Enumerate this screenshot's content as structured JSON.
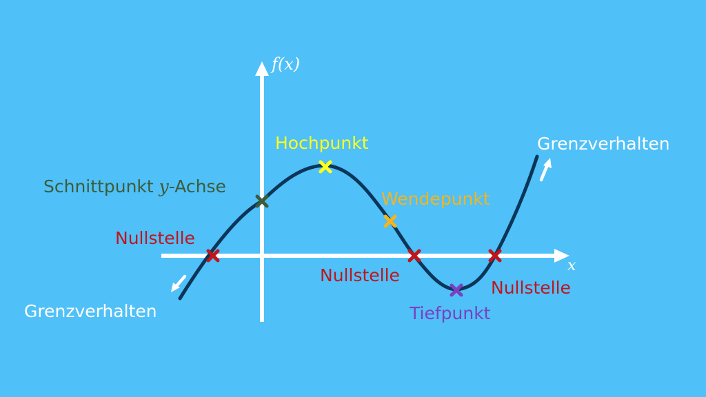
{
  "colors": {
    "background": "#4fc0f8",
    "axes": "#ffffff",
    "curve": "#0b3559",
    "nullstelle": "#c0151c",
    "hochpunkt": "#ffff1e",
    "wendepunkt": "#f6b41e",
    "tiefpunkt": "#7b3fbf",
    "schnittpunkt": "#3d5c3a",
    "grenzverhalten": "#ffffff"
  },
  "axes": {
    "y_label": "f(x)",
    "x_label": "x"
  },
  "labels": {
    "hochpunkt": "Hochpunkt",
    "wendepunkt": "Wendepunkt",
    "tiefpunkt": "Tiefpunkt",
    "schnittpunkt_prefix": "Schnittpunkt ",
    "schnittpunkt_var": "y",
    "schnittpunkt_suffix": "-Achse",
    "nullstelle_left": "Nullstelle",
    "nullstelle_mid": "Nullstelle",
    "nullstelle_right": "Nullstelle",
    "grenzverhalten_left": "Grenzverhalten",
    "grenzverhalten_right": "Grenzverhalten"
  },
  "icons": {
    "marker": "cross-marker-icon",
    "arrow": "arrow-icon"
  }
}
